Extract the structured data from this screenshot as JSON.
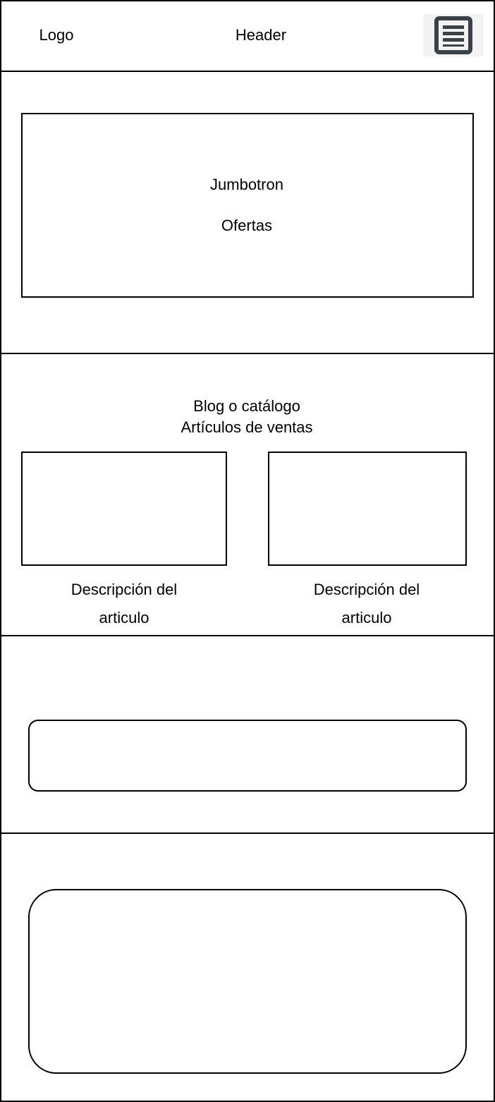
{
  "header": {
    "logo": "Logo",
    "title": "Header",
    "menu_icon": "hamburger-menu-icon"
  },
  "jumbotron": {
    "title": "Jumbotron",
    "subtitle": "Ofertas"
  },
  "blog": {
    "title": "Blog o catálogo",
    "subtitle": "Artículos de ventas",
    "articles": [
      {
        "description": "Descripción del articulo"
      },
      {
        "description": "Descripción del articulo"
      }
    ]
  },
  "colors": {
    "border": "#000000",
    "background": "#ffffff",
    "menu_icon": "#3a4247",
    "menu_background": "#f3f3f3"
  }
}
